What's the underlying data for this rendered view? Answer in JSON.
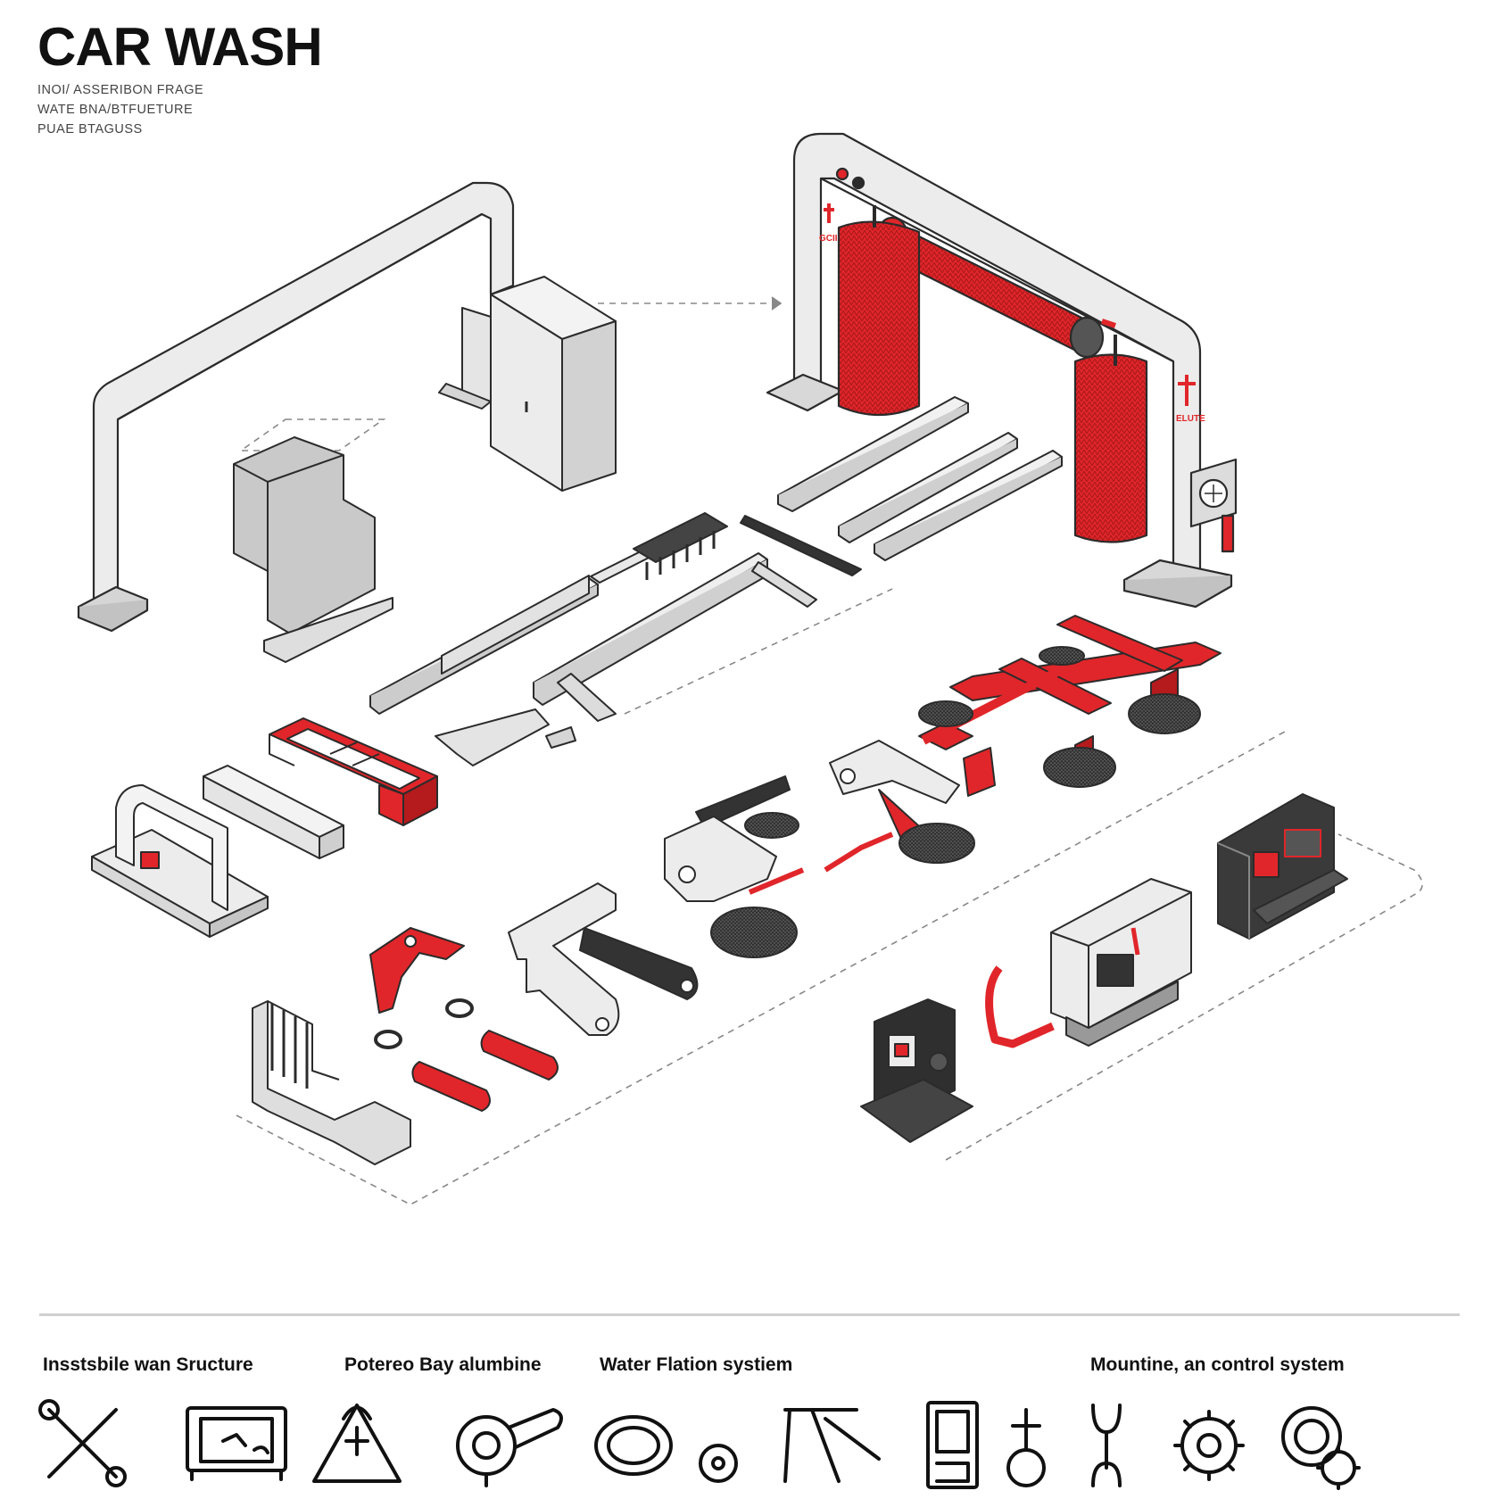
{
  "header": {
    "title": "CAR WASH",
    "subtitle_lines": [
      "INOI/ ASSERIBON FRAGE",
      "WATE BNA/BTFUETURE",
      "PUAE BTAGUSS"
    ]
  },
  "machine_labels": {
    "gantry_left": "GCII",
    "gantry_right": "ELUTE"
  },
  "legend": {
    "items": [
      {
        "label": "Insstsbile wan Sructure"
      },
      {
        "label": "Potereo Bay alumbine"
      },
      {
        "label": "Water Flation systiem"
      },
      {
        "label": "Mountine, an control system"
      }
    ]
  },
  "icons": [
    "wrench-screwdriver-icon",
    "monitor-icon",
    "warning-triangle-icon",
    "dryer-nozzle-icon",
    "gasket-ring-icon",
    "small-ring-icon",
    "pipe-fitting-icon",
    "control-panel-icon",
    "valve-icon",
    "wrench-icon",
    "gear-icon",
    "gear-search-icon"
  ],
  "colors": {
    "accent_red": "#e0262a",
    "dark_red": "#b51a1d",
    "metal_light": "#ececec",
    "metal_mid": "#d5d5d5",
    "metal_dark": "#9a9a9a",
    "outline": "#2b2b2b",
    "charcoal": "#3a3a3a"
  }
}
